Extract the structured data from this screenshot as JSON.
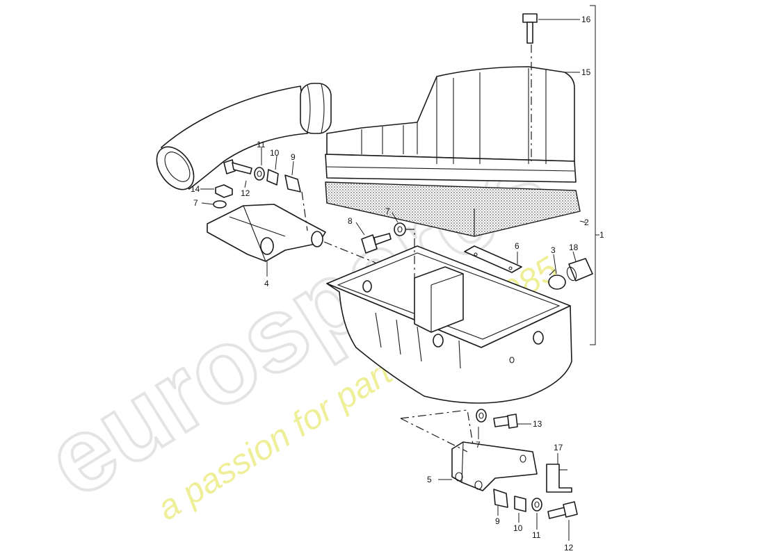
{
  "watermark": {
    "brand": "eurospares",
    "tagline": "a passion for parts since 1985",
    "brand_color": "#e4e4e4",
    "tagline_color": "#efef9a"
  },
  "callouts": {
    "c1": "1",
    "c2": "2",
    "c3": "3",
    "c4": "4",
    "c5": "5",
    "c6": "6",
    "c7a": "7",
    "c7b": "7",
    "c7c": "7",
    "c8": "8",
    "c9a": "9",
    "c9b": "9",
    "c10a": "10",
    "c10b": "10",
    "c11a": "11",
    "c11b": "11",
    "c12a": "12",
    "c12b": "12",
    "c13": "13",
    "c14": "14",
    "c15": "15",
    "c16": "16",
    "c17": "17",
    "c18": "18"
  }
}
